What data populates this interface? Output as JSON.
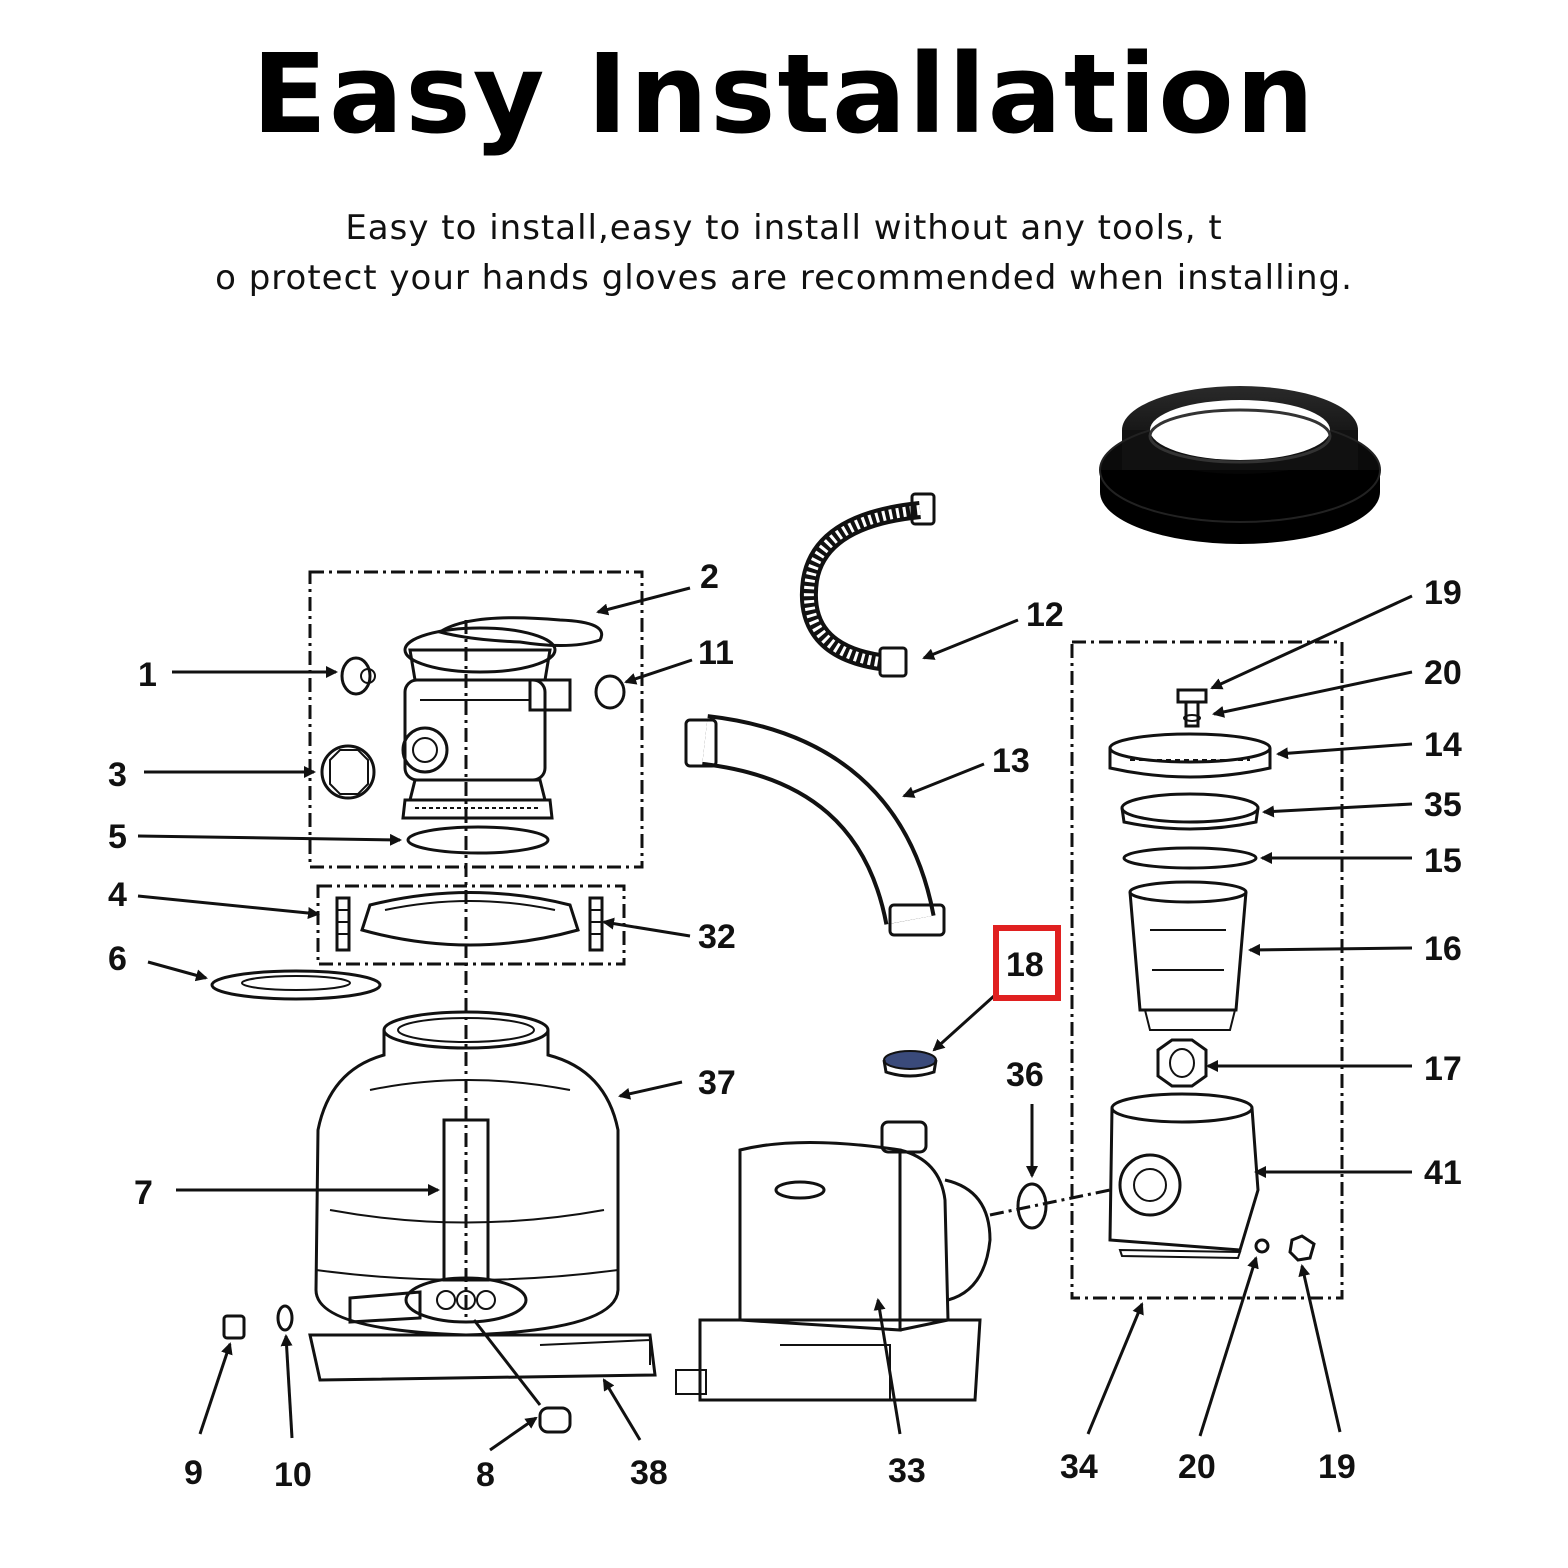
{
  "header": {
    "title": "Easy Installation",
    "subtitle_line1": "Easy to install,easy to install without any tools, t",
    "subtitle_line2": "o protect your hands gloves are recommended when installing."
  },
  "diagram": {
    "highlight_label": "18",
    "highlight_color": "#e02020",
    "labels": {
      "p1": "1",
      "p2": "2",
      "p3": "3",
      "p4": "4",
      "p5": "5",
      "p6": "6",
      "p7": "7",
      "p8": "8",
      "p9": "9",
      "p10": "10",
      "p11": "11",
      "p12": "12",
      "p13": "13",
      "p14": "14",
      "p15": "15",
      "p16": "16",
      "p17": "17",
      "p18": "18",
      "p19a": "19",
      "p19b": "19",
      "p20a": "20",
      "p20b": "20",
      "p32": "32",
      "p33": "33",
      "p34": "34",
      "p35": "35",
      "p36": "36",
      "p37": "37",
      "p38": "38",
      "p41": "41"
    }
  }
}
